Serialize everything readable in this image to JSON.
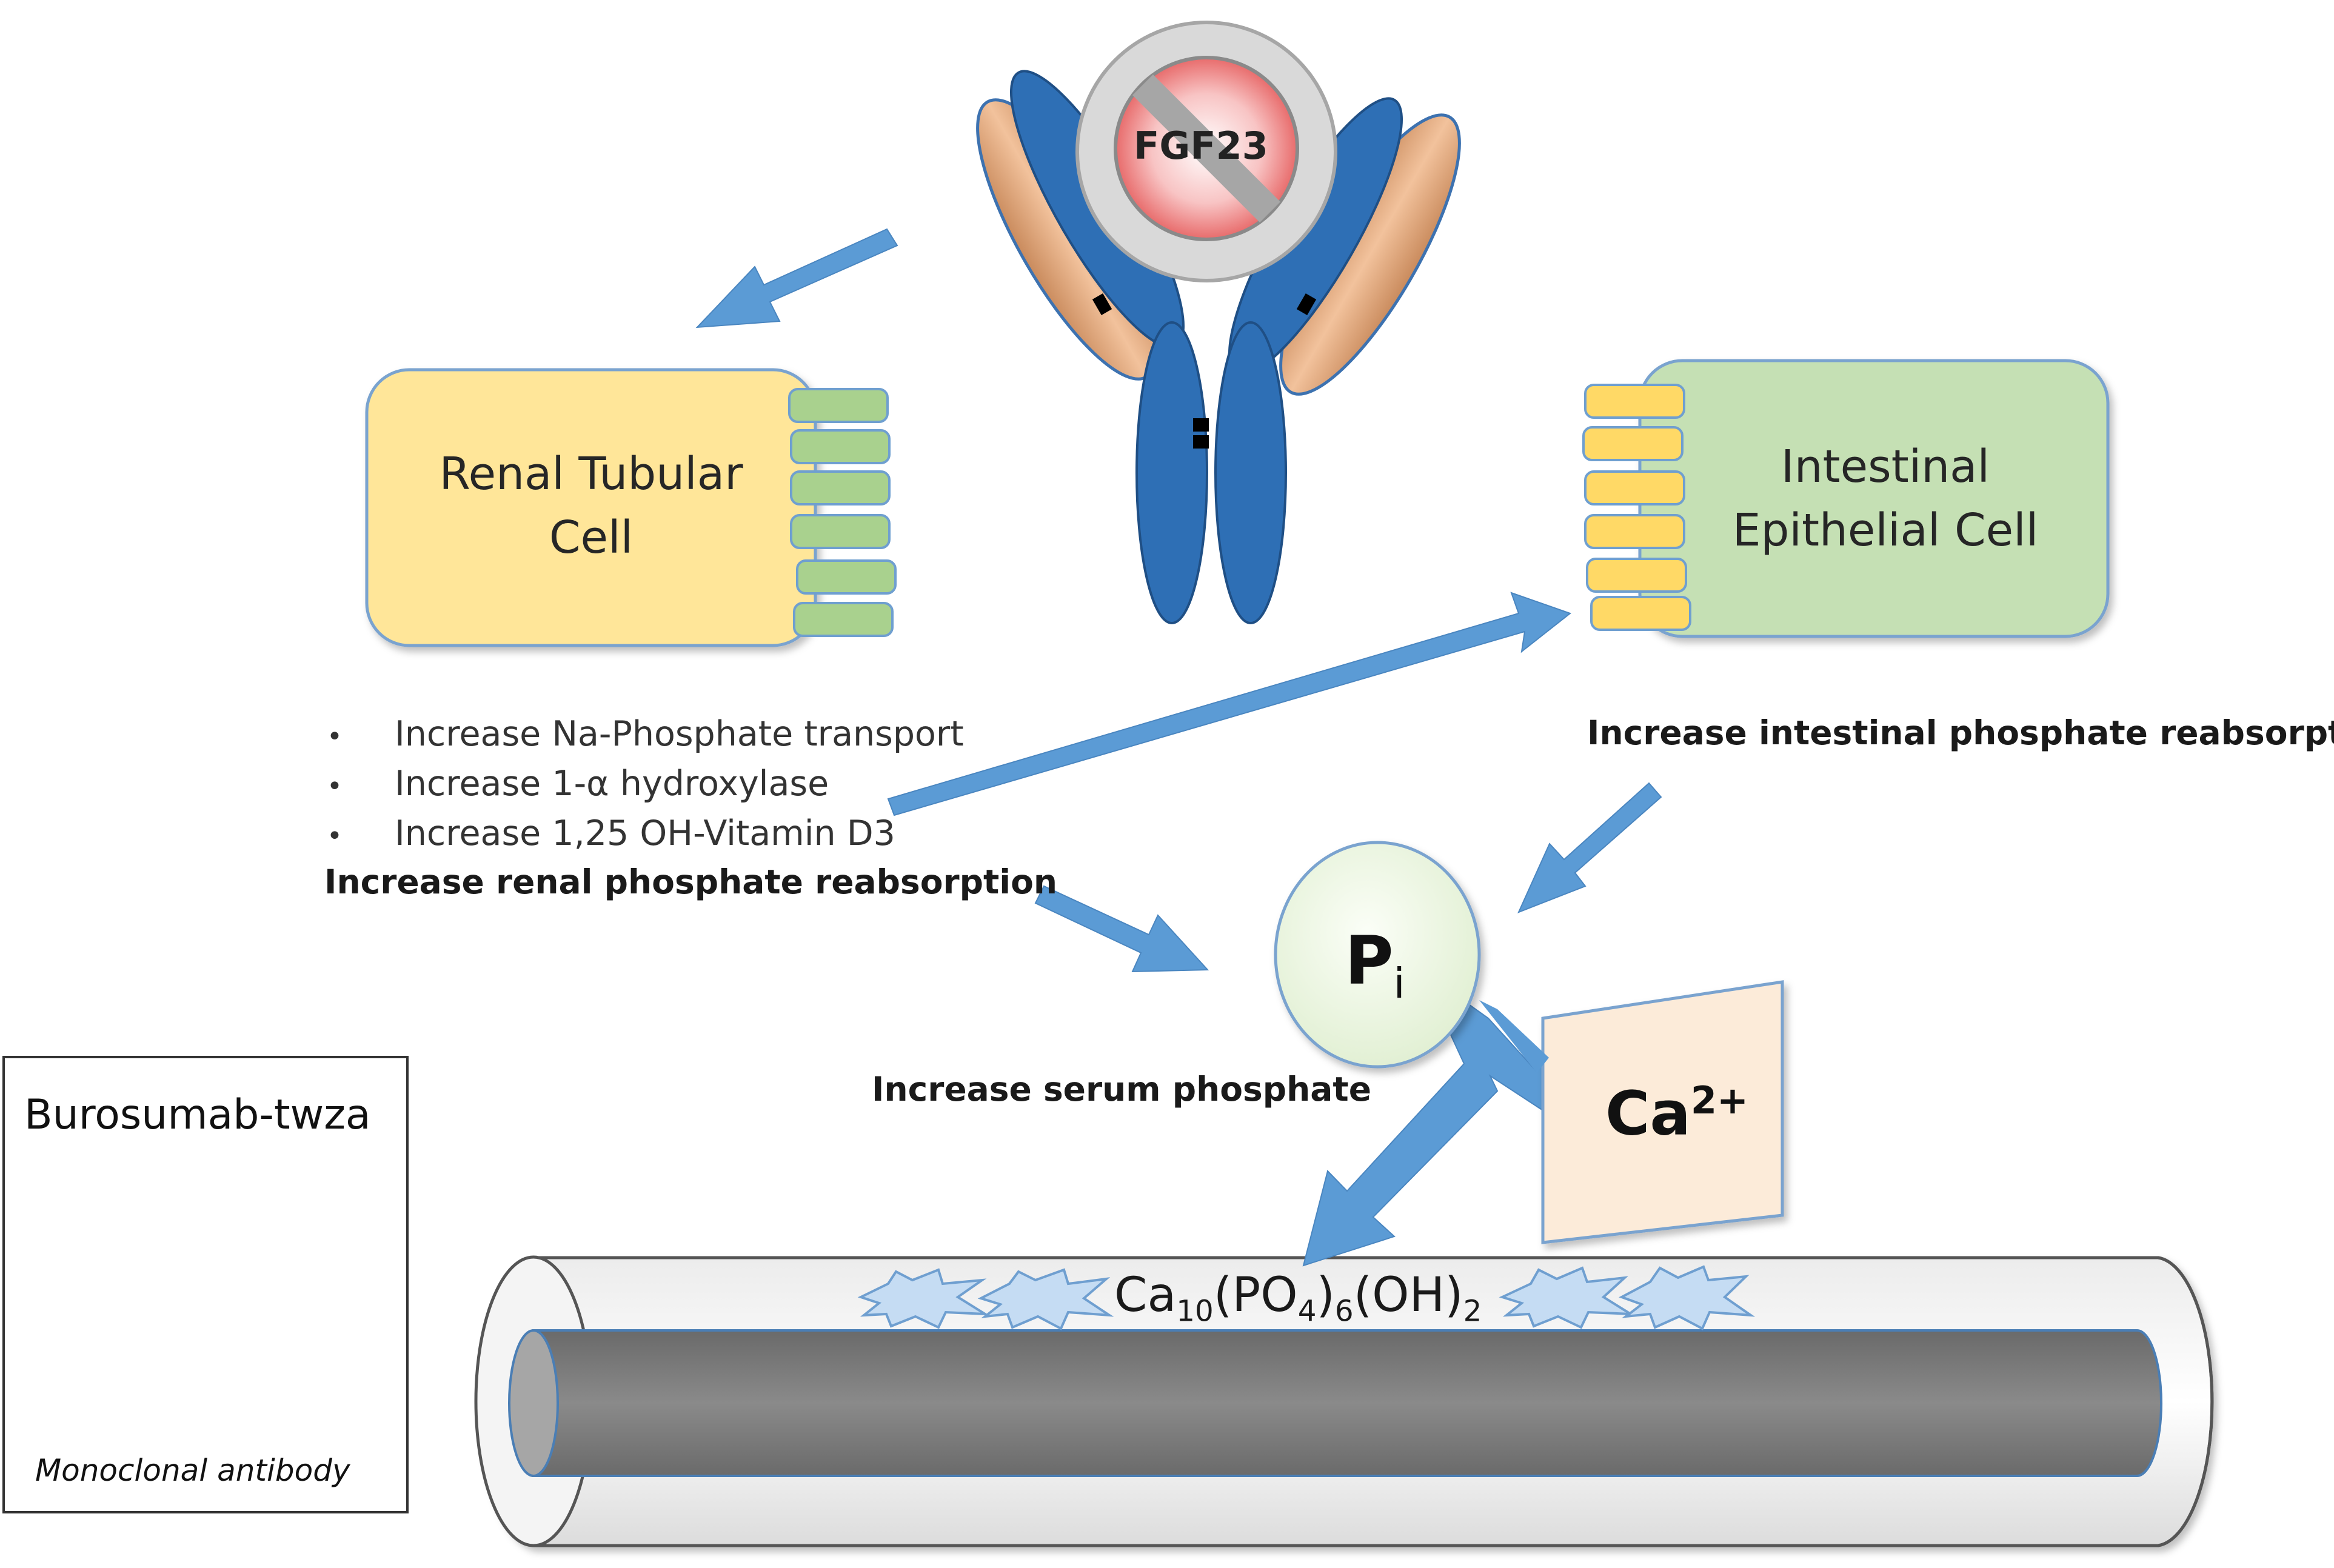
{
  "labels": {
    "fgf23": "FGF23",
    "renal_cell": [
      "Renal Tubular",
      "Cell"
    ],
    "intestinal_cell": [
      "Intestinal",
      "Epithelial Cell"
    ],
    "renal_effects": [
      "Increase Na-Phosphate transport",
      "Increase 1-α hydroxylase",
      "Increase 1,25 OH-Vitamin D3"
    ],
    "renal_summary": "Increase renal phosphate reabsorption",
    "intestinal_summary": "Increase intestinal phosphate reabsorption",
    "serum": "Increase serum phosphate",
    "pi": {
      "base": "P",
      "sub": "i"
    },
    "ca": {
      "base": "Ca",
      "sup": "2+"
    },
    "crystal": {
      "ca": "Ca",
      "ca_sub": "10",
      "po": "(PO",
      "po_sub": "4",
      "po_close": ")",
      "po_count": "6",
      "oh": "(OH)",
      "oh_sub": "2"
    }
  },
  "legend": {
    "title": "Burosumab-twza",
    "caption": "Monoclonal antibody"
  },
  "colors": {
    "arrow": "#5b9bd5",
    "antibody_blue": "#2e6fb5",
    "antibody_orange": "#e3a97b",
    "renal_cell_fill": "#ffe699",
    "intestinal_cell_fill": "#c5e0b4",
    "pi_fill": "#eef7e4",
    "ca_fill": "#fcebd9",
    "vessel_inner": "#7f7f7f",
    "crystal": "#b4d2f0"
  }
}
